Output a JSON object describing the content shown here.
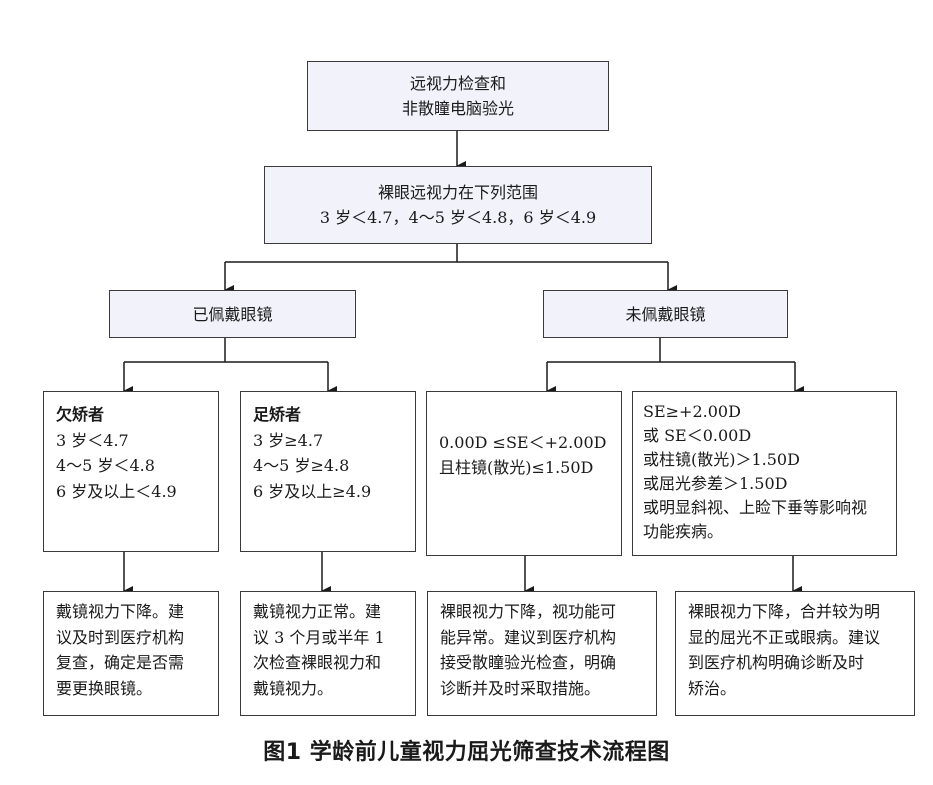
{
  "nodes": {
    "top": [
      "远视力检查和",
      "非散瞳电脑验光"
    ],
    "range": [
      "裸眼远视力在下列范围",
      "3 岁＜4.7，4～5 岁＜4.8，6 岁＜4.9"
    ],
    "wearing": "已佩戴眼镜",
    "not_wearing": "未佩戴眼镜",
    "under": {
      "title": "欠矫者",
      "lines": [
        "3 岁＜4.7",
        "4～5 岁＜4.8",
        "6 岁及以上＜4.9"
      ]
    },
    "full": {
      "title": "足矫者",
      "lines": [
        "3 岁≥4.7",
        "4～5 岁≥4.8",
        "6 岁及以上≥4.9"
      ]
    },
    "normal_refraction": [
      "0.00D ≤SE＜+2.00D",
      "且柱镜(散光)≤1.50D"
    ],
    "abnormal_refraction": [
      "SE≥+2.00D",
      "或 SE＜0.00D",
      "或柱镜(散光)＞1.50D",
      "或屈光参差＞1.50D",
      "或明显斜视、上睑下垂等影响视",
      "功能疾病。"
    ]
  },
  "advice": {
    "under": [
      "戴镜视力下降。建",
      "议及时到医疗机构",
      "复查，确定是否需",
      "要更换眼镜。"
    ],
    "full": [
      "戴镜视力正常。建",
      "议 3 个月或半年 1",
      "次检查裸眼视力和",
      "戴镜视力。"
    ],
    "normal": [
      "裸眼视力下降，视功能可",
      "能异常。建议到医疗机构",
      "接受散瞳验光检查，明确",
      "诊断并及时采取措施。"
    ],
    "abnormal": [
      "裸眼视力下降，合并较为明",
      "显的屈光不正或眼病。建议",
      "到医疗机构明确诊断及时",
      "矫治。"
    ]
  },
  "caption": "图1 学龄前儿童视力屈光筛查技术流程图",
  "colors": {
    "box_fill": "#f1f2fa",
    "border": "#3a3a3a",
    "arrow": "#1a1a1a"
  }
}
